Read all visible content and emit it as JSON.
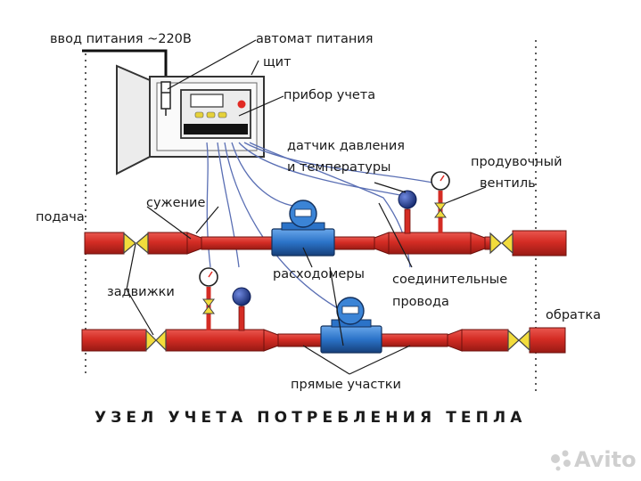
{
  "title": "УЗЕЛ УЧЕТА ПОТРЕБЛЕНИЯ ТЕПЛА",
  "labels": {
    "power_input": "ввод питания ~220В",
    "breaker": "автомат питания",
    "panel": "щит",
    "meter": "прибор учета",
    "sensor_line1": "датчик давления",
    "sensor_line2": "и температуры",
    "purge_line1": "продувочный",
    "purge_line2": "вентиль",
    "supply": "подача",
    "narrowing": "сужение",
    "valves": "задвижки",
    "flowmeters": "расходомеры",
    "wires_line1": "соединительные",
    "wires_line2": "провода",
    "return": "обратка",
    "straight_sections": "прямые участки"
  },
  "watermark": "Avito",
  "colors": {
    "pipe": "#d42c24",
    "pipe_dark": "#8e1611",
    "valve": "#f2dc3c",
    "flowmeter": "#2b73c8",
    "sensor": "#1e3c9a",
    "cabinet": "#f2f2f2",
    "wires": "#5a6fb4"
  }
}
